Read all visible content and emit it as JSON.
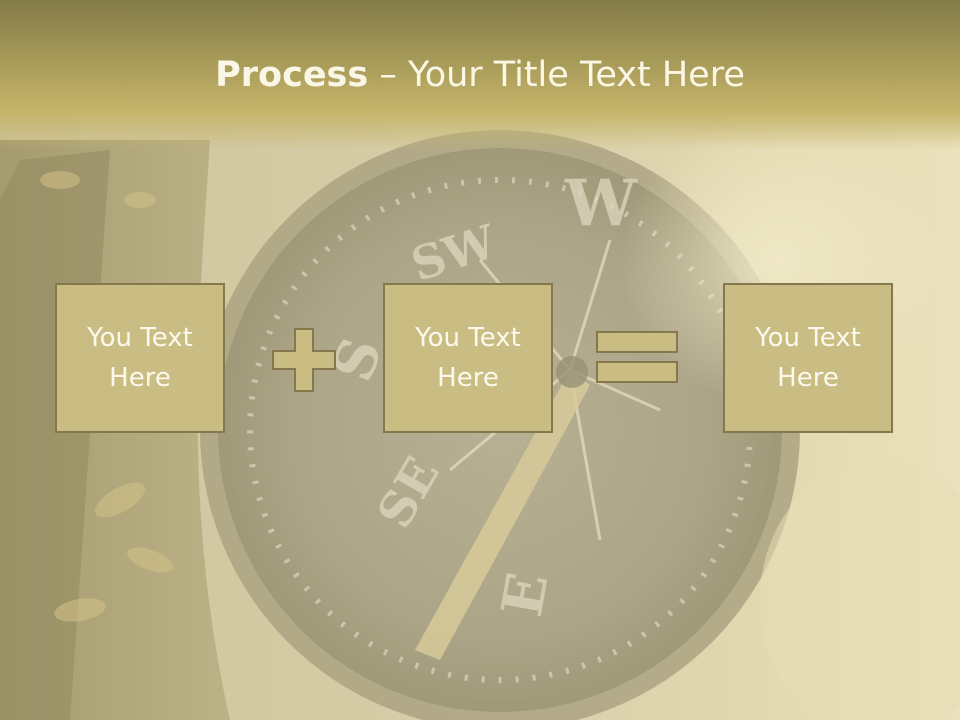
{
  "slide": {
    "title_bold": "Process",
    "title_rest": " – Your Title Text Here",
    "boxes": [
      {
        "text": "You Text Here"
      },
      {
        "text": "You Text Here"
      },
      {
        "text": "You Text Here"
      }
    ],
    "operators": [
      "plus",
      "equals"
    ]
  },
  "colors": {
    "header": "#a69a58",
    "box_fill": "#c9bd83",
    "box_border": "#85784e",
    "title_text": "#fbf7e6",
    "box_text": "#fbf8ee"
  }
}
